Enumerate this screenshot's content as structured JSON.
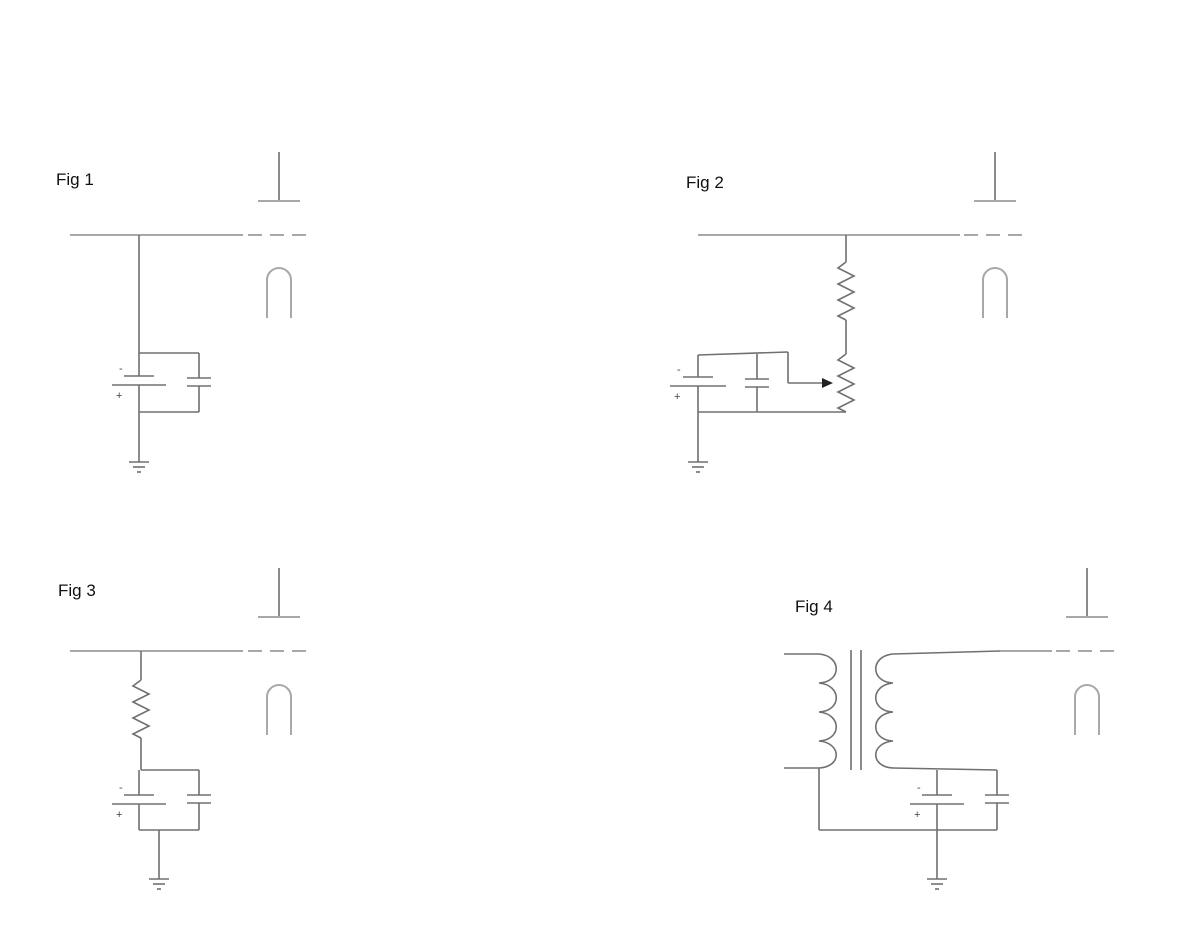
{
  "figures": [
    {
      "id": "fig1",
      "label": "Fig 1",
      "polarity_neg": "-",
      "polarity_pos": "+"
    },
    {
      "id": "fig2",
      "label": "Fig 2",
      "polarity_neg": "-",
      "polarity_pos": "+"
    },
    {
      "id": "fig3",
      "label": "Fig 3",
      "polarity_neg": "-",
      "polarity_pos": "+"
    },
    {
      "id": "fig4",
      "label": "Fig 4",
      "polarity_neg": "-",
      "polarity_pos": "+"
    }
  ],
  "colors": {
    "wire": "#707070",
    "grid": "#a8a8a8",
    "text": "#111111"
  }
}
